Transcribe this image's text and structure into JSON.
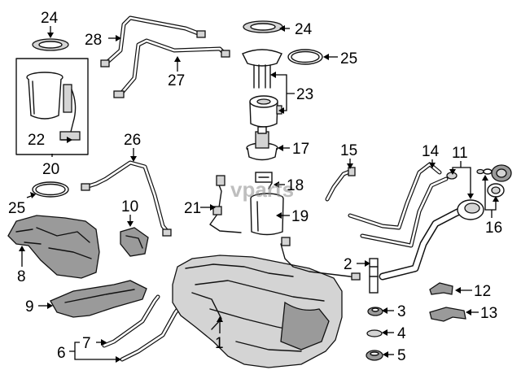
{
  "labels": {
    "l1": "1",
    "l2": "2",
    "l3": "3",
    "l4": "4",
    "l5": "5",
    "l6": "6",
    "l7": "7",
    "l8": "8",
    "l9": "9",
    "l10": "10",
    "l11": "11",
    "l12": "12",
    "l13": "13",
    "l14": "14",
    "l15": "15",
    "l16": "16",
    "l17": "17",
    "l18": "18",
    "l19": "19",
    "l20": "20",
    "l21": "21",
    "l22": "22",
    "l23": "23",
    "l24a": "24",
    "l24b": "24",
    "l25a": "25",
    "l25b": "25",
    "l26": "26",
    "l27": "27",
    "l28": "28"
  },
  "watermark": "vparts"
}
